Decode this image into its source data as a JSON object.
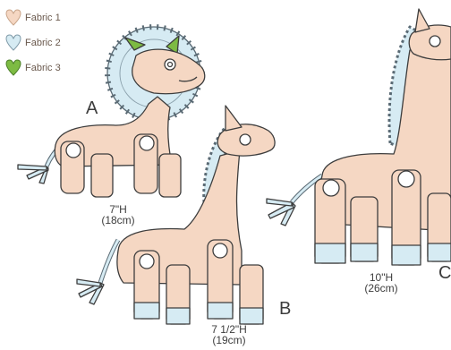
{
  "legend": [
    {
      "label": "Fabric 1",
      "color": "#f5d7c3"
    },
    {
      "label": "Fabric 2",
      "color": "#d6ebf3"
    },
    {
      "label": "Fabric 3",
      "color": "#7dbb43"
    }
  ],
  "toys": [
    {
      "letter": "A",
      "height_in": "7\"H",
      "height_cm": "(18cm)"
    },
    {
      "letter": "B",
      "height_in": "7 1/2\"H",
      "height_cm": "(19cm)"
    },
    {
      "letter": "C",
      "height_in": "10\"H",
      "height_cm": "(26cm)"
    }
  ],
  "colors": {
    "body": "#f5d7c3",
    "accent": "#d6ebf3",
    "ear": "#7dbb43",
    "outline": "#3d3d3d",
    "mane_dark": "#5a6a74",
    "legend_stroke": "#c9a58a"
  }
}
